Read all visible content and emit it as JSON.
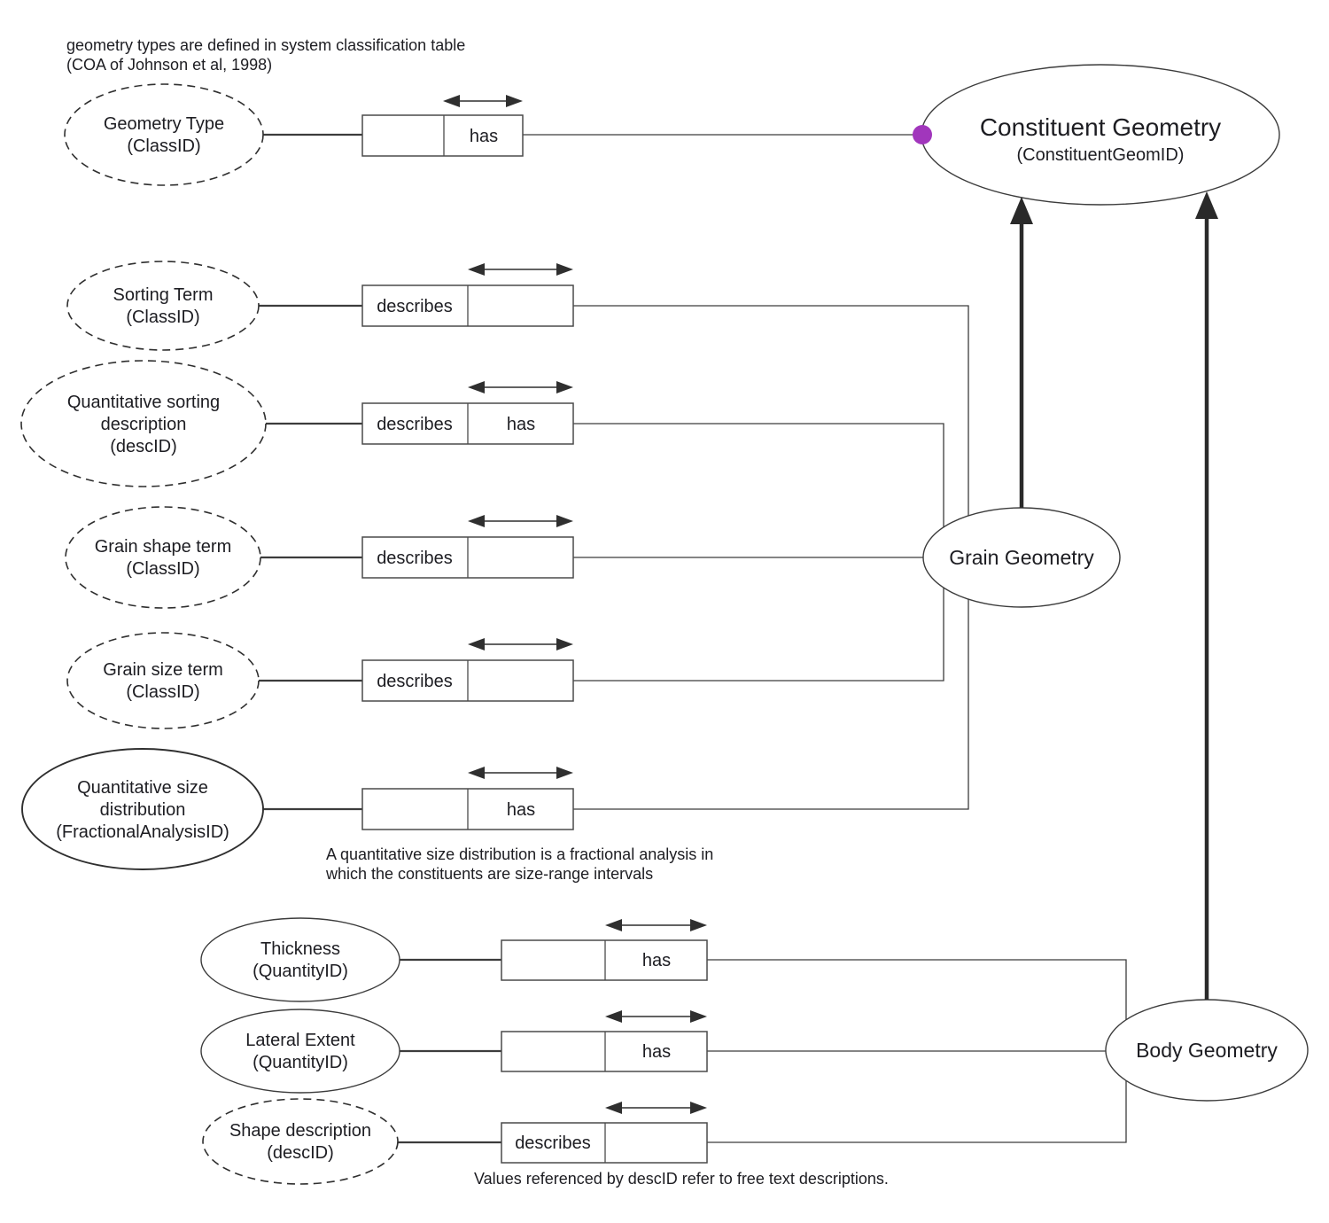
{
  "colors": {
    "purple_dot": "#a136bc",
    "line": "#3c3c3c",
    "text": "#1d1d22"
  },
  "notes": {
    "top_line1": "geometry types are defined in system classification table",
    "top_line2": "(COA of Johnson et al, 1998)",
    "middle_line1": "A quantitative size distribution is a fractional analysis in",
    "middle_line2": "which the constituents are size-range intervals",
    "bottom": "Values referenced by descID refer to free text descriptions."
  },
  "entities": {
    "geometry_type": {
      "line1": "Geometry Type",
      "line2": "(ClassID)"
    },
    "sorting_term": {
      "line1": "Sorting Term",
      "line2": "(ClassID)"
    },
    "quant_sorting": {
      "line1": "Quantitative sorting",
      "line2": "description",
      "line3": "(descID)"
    },
    "grain_shape": {
      "line1": "Grain shape term",
      "line2": "(ClassID)"
    },
    "grain_size": {
      "line1": "Grain size term",
      "line2": "(ClassID)"
    },
    "quant_size": {
      "line1": "Quantitative size",
      "line2": "distribution",
      "line3": "(FractionalAnalysisID)"
    },
    "thickness": {
      "line1": "Thickness",
      "line2": "(QuantityID)"
    },
    "lateral_extent": {
      "line1": "Lateral Extent",
      "line2": "(QuantityID)"
    },
    "shape_description": {
      "line1": "Shape description",
      "line2": "(descID)"
    },
    "constituent_geometry": {
      "line1": "Constituent Geometry",
      "line2": "(ConstituentGeomID)"
    },
    "grain_geometry": {
      "label": "Grain Geometry"
    },
    "body_geometry": {
      "label": "Body Geometry"
    }
  },
  "relationships": {
    "r1": {
      "left": "",
      "right": "has"
    },
    "r2": {
      "left": "describes",
      "right": ""
    },
    "r3": {
      "left": "describes",
      "right": "has"
    },
    "r4": {
      "left": "describes",
      "right": ""
    },
    "r5": {
      "left": "describes",
      "right": ""
    },
    "r6": {
      "left": "",
      "right": "has"
    },
    "r7": {
      "left": "",
      "right": "has"
    },
    "r8": {
      "left": "",
      "right": "has"
    },
    "r9": {
      "left": "describes",
      "right": ""
    }
  }
}
